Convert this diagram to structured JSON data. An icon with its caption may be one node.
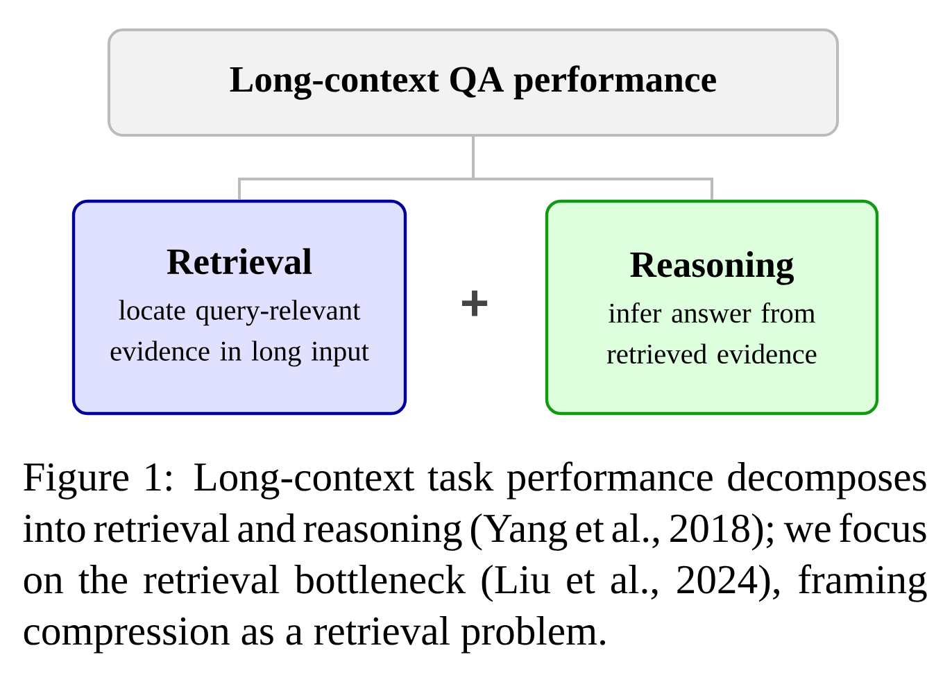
{
  "diagram": {
    "caption": "Figure 1: Long-context task performance decomposes into retrieval and reasoning (Yang et al., 2018); we focus on the retrieval bottleneck (Liu et al., 2024), framing compression as a retrieval problem.",
    "nodes": [
      {
        "text": [
          "Long-context QA performance"
        ]
      },
      {
        "text": [
          "Retrieval",
          "locate query-relevant evidence in long input"
        ]
      },
      {
        "text": [
          "Reasoning",
          "infer answer from retrieved evidence"
        ]
      }
    ],
    "edges": [
      {
        "from": 0,
        "to": 1,
        "arrow": "none"
      },
      {
        "from": 0,
        "to": 2,
        "arrow": "none"
      }
    ],
    "labels": [
      "+"
    ]
  }
}
